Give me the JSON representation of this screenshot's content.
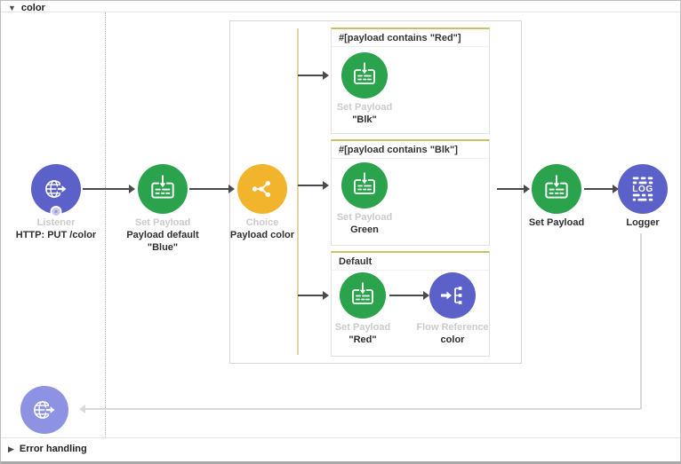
{
  "header": {
    "collapse_icon": "▼",
    "title": "color"
  },
  "footer": {
    "collapse_icon": "▶",
    "title": "Error handling"
  },
  "main_flow": {
    "listener": {
      "type": "Listener",
      "name": "HTTP: PUT /color"
    },
    "set_payload_in": {
      "type": "Set Payload",
      "name_line1": "Payload default",
      "name_line2": "\"Blue\""
    },
    "choice": {
      "type": "Choice",
      "name": "Payload color"
    },
    "set_payload_out": {
      "name": "Set Payload"
    },
    "logger": {
      "name": "Logger",
      "icon_text": "LOG"
    }
  },
  "choice_branches": {
    "when_red": {
      "condition": "#[payload contains \"Red\"]",
      "step": {
        "type": "Set Payload",
        "name": "\"Blk\""
      }
    },
    "when_blk": {
      "condition": "#[payload contains \"Blk\"]",
      "step": {
        "type": "Set Payload",
        "name": "Green"
      }
    },
    "default": {
      "condition": "Default",
      "step1": {
        "type": "Set Payload",
        "name": "\"Red\""
      },
      "step2": {
        "type": "Flow Reference",
        "name": "color"
      }
    }
  },
  "colors": {
    "connector_green": "#2BA24C",
    "connector_indigo": "#5B61C9",
    "connector_amber": "#F2B42C",
    "error_scope_purple": "#8E92E3",
    "branch_rail": "#DBD8A4",
    "branch_top_border": "#C9C162"
  }
}
